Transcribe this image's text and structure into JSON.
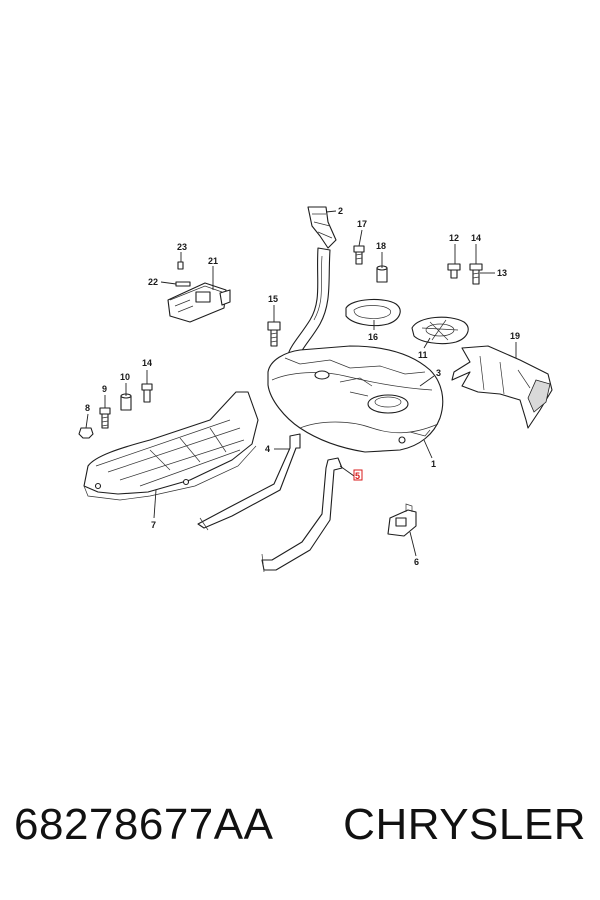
{
  "caption": {
    "part_number": "68278677AA",
    "brand": "CHRYSLER"
  },
  "callouts": {
    "c1": "1",
    "c2": "2",
    "c3": "3",
    "c4": "4",
    "c5": "5",
    "c6": "6",
    "c7": "7",
    "c8": "8",
    "c9": "9",
    "c10": "10",
    "c11": "11",
    "c12": "12",
    "c13": "13",
    "c14a": "14",
    "c14b": "14",
    "c15": "15",
    "c16": "16",
    "c17": "17",
    "c18": "18",
    "c19": "19",
    "c21": "21",
    "c22": "22",
    "c23": "23"
  },
  "colors": {
    "highlight": "#d81b1b",
    "line": "#1e1e1e"
  }
}
